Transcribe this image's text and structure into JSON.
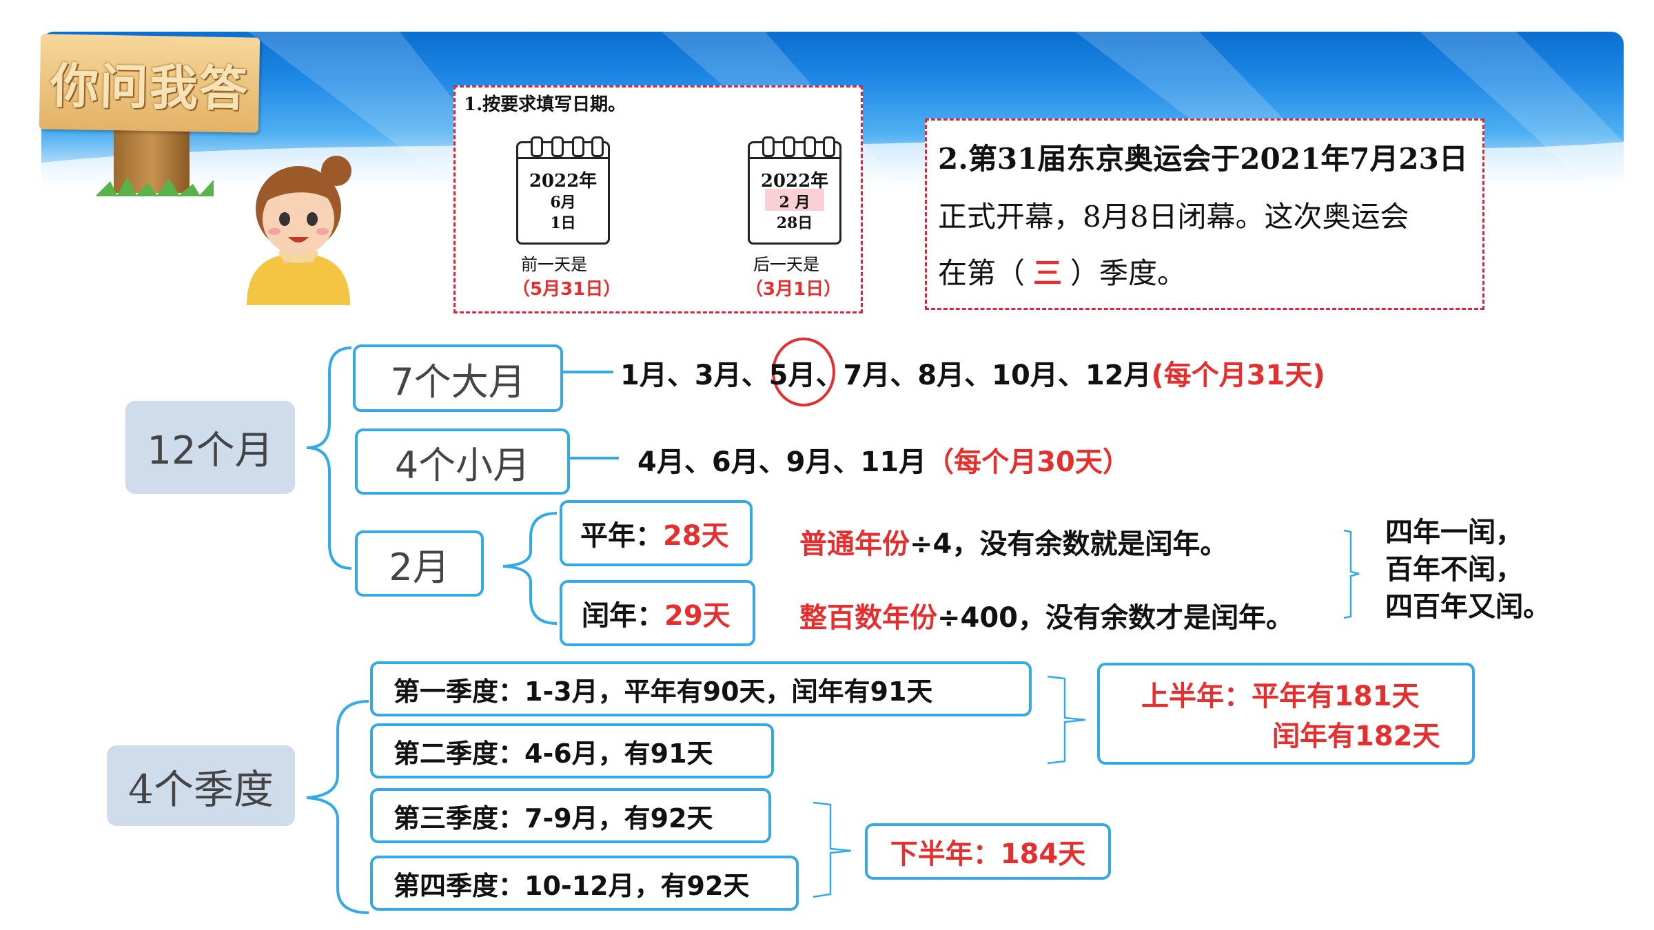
{
  "header": {
    "sign_title": "你问我答"
  },
  "q1": {
    "title": "1.按要求填写日期。",
    "cal1": {
      "year": "2022年",
      "month": "6月",
      "day": "1日",
      "caption": "前一天是",
      "answer": "（5月31日）"
    },
    "cal2": {
      "year": "2022年",
      "month": "2 月",
      "day": "28日",
      "caption": "后一天是",
      "answer": "（3月1日）"
    }
  },
  "q2": {
    "line1": "2.第31届东京奥运会于2021年7月23日",
    "line2": "正式开幕，8月8日闭幕。这次奥运会",
    "line3_pre": "在第（",
    "line3_ans": "三",
    "line3_post": "）季度。"
  },
  "months": {
    "root": "12个月",
    "big": {
      "label": "7个大月",
      "list_a": "1月、3月、",
      "circled": "5月",
      "list_b": "、7月、8月、10月、12月",
      "note": "(每个月31天)"
    },
    "small": {
      "label": "4个小月",
      "list": "4月、6月、9月、11月",
      "note": "（每个月30天）"
    },
    "feb": {
      "label": "2月",
      "common": {
        "label": "平年：",
        "days": "28天"
      },
      "leap": {
        "label": "闰年：",
        "days": "29天"
      },
      "rule1_red": "普通年份",
      "rule1_black": "÷4，没有余数就是闰年。",
      "rule2_red": "整百数年份",
      "rule2_black": "÷400，没有余数才是闰年。",
      "summary": [
        "四年一闰，",
        "百年不闰，",
        "四百年又闰。"
      ]
    }
  },
  "quarters": {
    "root": "4个季度",
    "items": [
      "第一季度：1-3月，平年有90天，闰年有91天",
      "第二季度：4-6月，有91天",
      "第三季度：7-9月，有92天",
      "第四季度：10-12月，有92天"
    ],
    "first_half": {
      "line1": "上半年：平年有181天",
      "line2": "闰年有182天"
    },
    "second_half": "下半年：184天"
  }
}
